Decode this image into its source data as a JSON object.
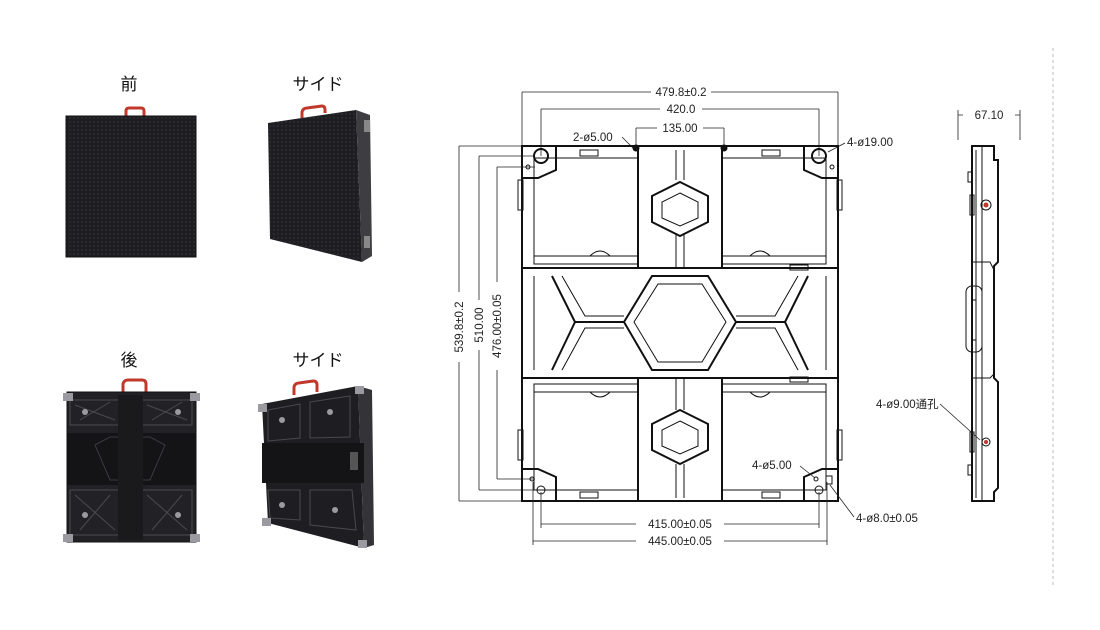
{
  "photos": {
    "front_label": "前",
    "side_label_1": "サイド",
    "rear_label": "後",
    "side_label_2": "サイド"
  },
  "drawing": {
    "width_overall": "479.8±0.2",
    "width_holes_top": "420.0",
    "width_center": "135.00",
    "pin_holes_top": "2-ø5.00",
    "corner_holes_top": "4-ø19.00",
    "height_overall": "539.8±0.2",
    "height_holes": "510.00",
    "height_inner": "476.00±0.05",
    "small_holes_bottom": "4-ø5.00",
    "holes_8": "4-ø8.0±0.05",
    "width_bottom_inner": "415.00±0.05",
    "width_bottom_outer": "445.00±0.05",
    "depth": "67.10",
    "through_holes": "4-ø9.00通孔"
  },
  "colors": {
    "handle": "#c0392b",
    "panel_dark": "#1c1c1f",
    "line": "#222222"
  }
}
